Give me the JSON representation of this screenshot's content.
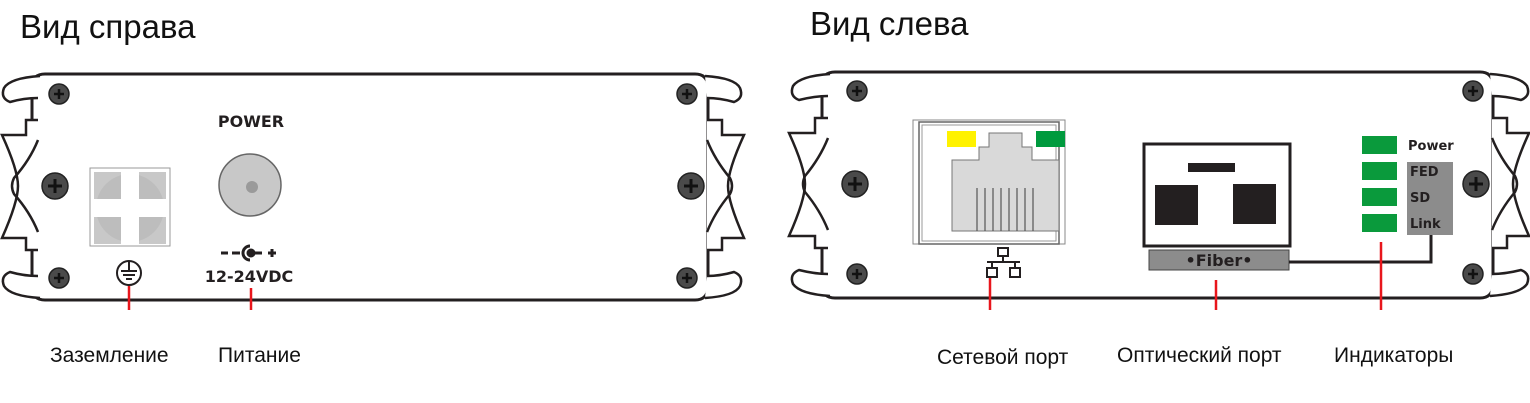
{
  "right_view": {
    "title": "Вид справа",
    "power_label": "POWER",
    "voltage_label": "12-24VDC",
    "polarity": {
      "minus": "-",
      "plus": "+"
    },
    "callouts": [
      {
        "label": "Заземление",
        "target": "ground-terminal"
      },
      {
        "label": "Питание",
        "target": "dc-power-jack"
      }
    ]
  },
  "left_view": {
    "title": "Вид слева",
    "fiber_label": "•Fiber•",
    "indicators": [
      {
        "label": "Power",
        "color": "#0a9a3c"
      },
      {
        "label": "FED",
        "color": "#0a9a3c"
      },
      {
        "label": "SD",
        "color": "#0a9a3c"
      },
      {
        "label": "Link",
        "color": "#0a9a3c"
      }
    ],
    "rj45_leds": {
      "left": "#fff200",
      "right": "#009a3e"
    },
    "callouts": [
      {
        "label": "Сетевой порт",
        "target": "rj45-port"
      },
      {
        "label": "Оптический порт",
        "target": "fiber-port"
      },
      {
        "label": "Индикаторы",
        "target": "indicator-leds"
      }
    ]
  },
  "colors": {
    "callout_line": "#e8161c",
    "outline": "#231f20",
    "screw": "#4a4a4a",
    "label_panel": "#8c8c8c",
    "led_green": "#0a9a3c"
  }
}
